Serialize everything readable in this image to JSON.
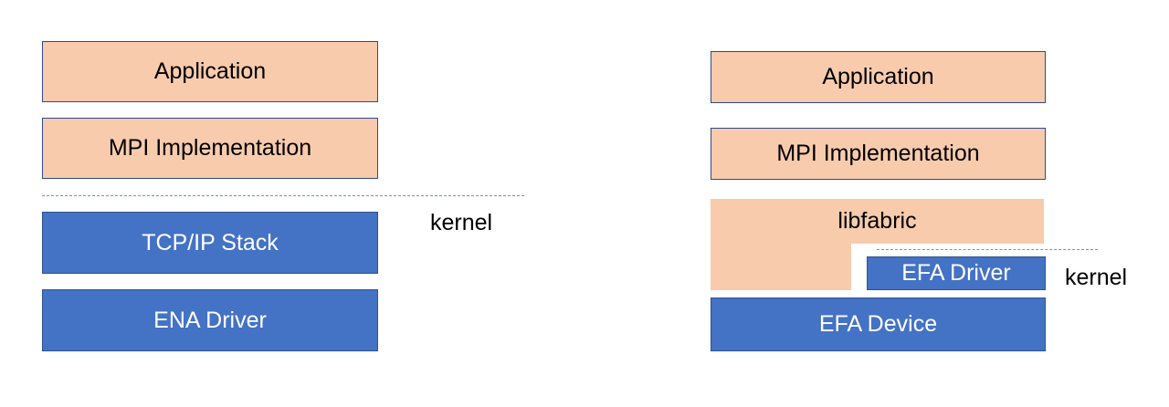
{
  "left_stack": {
    "application": "Application",
    "mpi": "MPI Implementation",
    "tcpip": "TCP/IP Stack",
    "ena_driver": "ENA Driver",
    "kernel_label": "kernel"
  },
  "right_stack": {
    "application": "Application",
    "mpi": "MPI Implementation",
    "libfabric": "libfabric",
    "efa_driver": "EFA Driver",
    "efa_device": "EFA Device",
    "kernel_label": "kernel"
  },
  "colors": {
    "user_space_fill": "#f8cbad",
    "kernel_space_fill": "#4472c4",
    "box_border": "#2f4a8a",
    "boundary_line": "#6f8fd0"
  }
}
